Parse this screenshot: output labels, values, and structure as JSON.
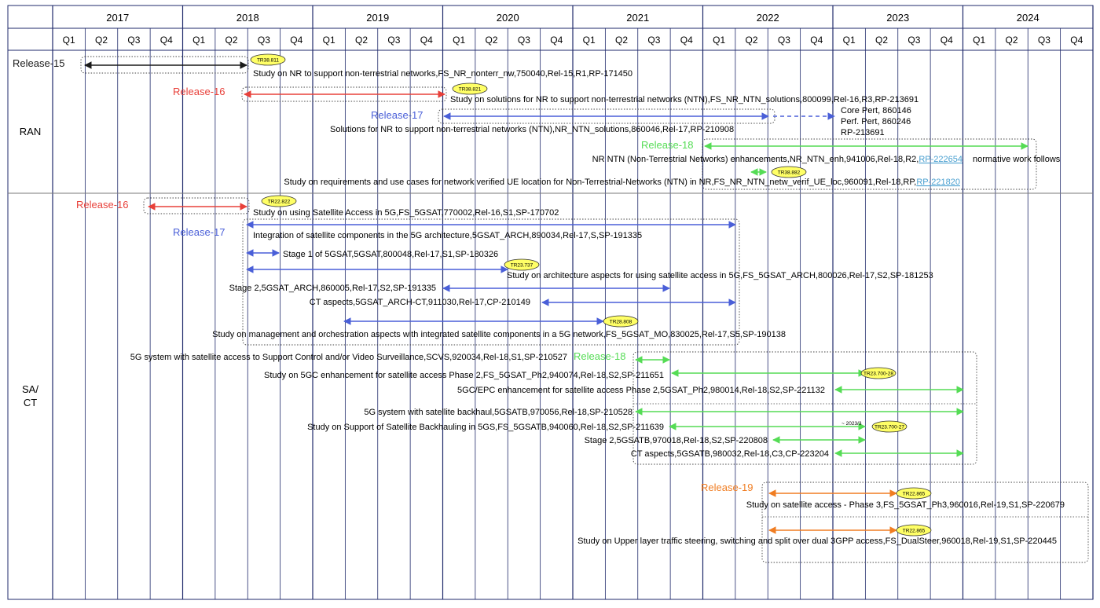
{
  "colors": {
    "black": "#1a1a1a",
    "red": "#e8403a",
    "blue": "#4a5fd8",
    "green": "#55dc55",
    "orange": "#f07d22",
    "link": "#4aa0d0",
    "grid_navy": "#1f2a6b",
    "grid_gray": "#7a7a7a",
    "oval": "#ffff66"
  },
  "timeline": {
    "years": [
      "2017",
      "2018",
      "2019",
      "2020",
      "2021",
      "2022",
      "2023",
      "2024"
    ],
    "quarters": [
      "Q1",
      "Q2",
      "Q3",
      "Q4"
    ],
    "section_labels": [
      "RAN",
      "SA/\nCT"
    ]
  },
  "releases": [
    {
      "label": "Release-15",
      "color": "black"
    },
    {
      "label": "Release-16",
      "color": "red"
    },
    {
      "label": "Release-17",
      "color": "blue"
    },
    {
      "label": "Release-18",
      "color": "green"
    },
    {
      "label": "Release-16",
      "color": "red"
    },
    {
      "label": "Release-17",
      "color": "blue"
    },
    {
      "label": "Release-18",
      "color": "green"
    },
    {
      "label": "Release-19",
      "color": "orange"
    }
  ],
  "items": [
    {
      "text": "Study on NR to support non-terrestrial networks,FS_NR_nonterr_nw,750040,Rel-15,R1,RP-171450",
      "link": "",
      "tr": "TR38.811",
      "color": "black",
      "start": "2017Q2",
      "end": "2018Q2"
    },
    {
      "text": "Study on solutions for NR to support non-terrestrial networks (NTN),FS_NR_NTN_solutions,800099,Rel-16,R3,RP-213691",
      "link": "",
      "tr": "TR38.821",
      "color": "red",
      "start": "2018Q3",
      "end": "2019Q4"
    },
    {
      "text": "Solutions for NR to support non-terrestrial networks (NTN),NR_NTN_solutions,860046,Rel-17,RP-210908",
      "link": "",
      "tr": "",
      "color": "blue",
      "start": "2020Q1",
      "end": "2022Q2"
    },
    {
      "text": "NR NTN (Non-Terrestrial Networks) enhancements,NR_NTN_enh,941006,Rel-18,R2,",
      "link": "RP-222654",
      "tr": "",
      "color": "green",
      "start": "2022Q1",
      "end": "2024Q2"
    },
    {
      "text": "Study on requirements and use cases for network verified UE location for Non-Terrestrial-Networks (NTN) in NR,FS_NR_NTN_netw_verif_UE_loc,960091,Rel-18,RP,",
      "link": "RP-221820",
      "tr": "TR38.882",
      "color": "green",
      "start": "2022Q2",
      "end": "2022Q2"
    },
    {
      "text": "Study on using Satellite Access in 5G,FS_5GSAT,770002,Rel-16,S1,SP-170702",
      "link": "",
      "tr": "TR22.822",
      "color": "red",
      "start": "2017Q4",
      "end": "2018Q2"
    },
    {
      "text": "Integration of satellite components in the 5G architecture,5GSAT_ARCH,890034,Rel-17,S,SP-191335",
      "link": "",
      "tr": "",
      "color": "blue",
      "start": "2018Q3",
      "end": "2021Q4"
    },
    {
      "text": "Stage 1 of 5GSAT,5GSAT,800048,Rel-17,S1,SP-180326",
      "link": "",
      "tr": "",
      "color": "blue",
      "start": "2018Q3",
      "end": "2018Q3"
    },
    {
      "text": "Study on architecture aspects for using satellite access in 5G,FS_5GSAT_ARCH,800026,Rel-17,S2,SP-181253",
      "link": "",
      "tr": "TR23.737",
      "color": "blue",
      "start": "2018Q3",
      "end": "2020Q1"
    },
    {
      "text": "Stage 2,5GSAT_ARCH,860005,Rel-17,S2,SP-191335",
      "link": "",
      "tr": "",
      "color": "blue",
      "start": "2020Q1",
      "end": "2021Q2"
    },
    {
      "text": "CT aspects,5GSAT_ARCH-CT,911030,Rel-17,CP-210149",
      "link": "",
      "tr": "",
      "color": "blue",
      "start": "2020Q3",
      "end": "2021Q4"
    },
    {
      "text": "Study on management and orchestration aspects with integrated satellite components in a 5G network,FS_5GSAT_MO,830025,Rel-17,S5,SP-190138",
      "link": "",
      "tr": "TR28.808",
      "color": "blue",
      "start": "2019Q1",
      "end": "2020Q4"
    },
    {
      "text": "5G system with satellite access to Support Control and/or Video Surveillance,SCVS,920034,Rel-18,S1,SP-210527",
      "link": "",
      "tr": "",
      "color": "green",
      "start": "2021Q2",
      "end": "2021Q2"
    },
    {
      "text": "Study on 5GC enhancement for satellite access Phase 2,FS_5GSAT_Ph2,940074,Rel-18,S2,SP-211651",
      "link": "",
      "tr": "TR23.700-28",
      "color": "green",
      "start": "2021Q3",
      "end": "2023Q2"
    },
    {
      "text": "5GC/EPC enhancement for satellite access Phase 2,5GSAT_Ph2,980014,Rel-18,S2,SP-221132",
      "link": "",
      "tr": "",
      "color": "green",
      "start": "2023Q1",
      "end": "2024Q1"
    },
    {
      "text": "5G system with satellite backhaul,5GSATB,970056,Rel-18,SP-210528",
      "link": "",
      "tr": "",
      "color": "green",
      "start": "2021Q2",
      "end": "2024Q1"
    },
    {
      "text": "Study on Support of Satellite Backhauling in 5GS,FS_5GSATB,940060,Rel-18,S2,SP-211639",
      "link": "",
      "tr": "TR23.700-27",
      "color": "green",
      "start": "2021Q3",
      "end": "2023Q2"
    },
    {
      "text": "Stage 2,5GSATB,970018,Rel-18,S2,SP-220808",
      "link": "",
      "tr": "",
      "color": "green",
      "start": "2022Q3",
      "end": "2023Q2"
    },
    {
      "text": "CT aspects,5GSATB,980032,Rel-18,C3,CP-223204",
      "link": "",
      "tr": "",
      "color": "green",
      "start": "2023Q1",
      "end": "2024Q1"
    },
    {
      "text": "Study on satellite access - Phase 3,FS_5GSAT_Ph3,960016,Rel-19,S1,SP-220679",
      "link": "",
      "tr": "TR22.865",
      "color": "orange",
      "start": "2022Q3",
      "end": "2023Q2"
    },
    {
      "text": "Study on Upper layer traffic steering, switching and split over dual 3GPP access,FS_DualSteer,960018,Rel-19,S1,SP-220445",
      "link": "",
      "tr": "TR22.865",
      "color": "orange",
      "start": "2022Q3",
      "end": "2023Q2"
    }
  ],
  "notes": {
    "rel17_ran_ext": [
      "Core Pert, 860146",
      "Perf. Pert, 860246",
      "RP-213691"
    ],
    "normative": "normative work follows",
    "date_2023": "~ 2023/3"
  }
}
